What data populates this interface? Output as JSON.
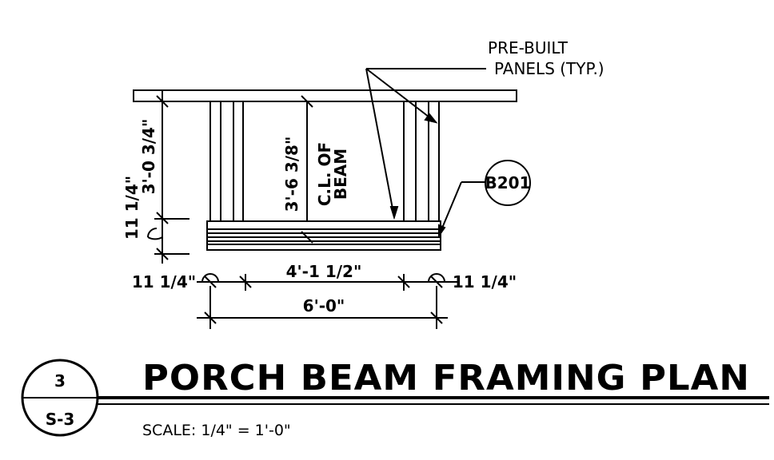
{
  "callouts": {
    "panels_line1": "PRE-BUILT",
    "panels_line2": "PANELS (TYP.)",
    "beam_tag": "B201"
  },
  "dimensions": {
    "left_height": "3'-0 3/4\"",
    "left_bottom": "11 1/4\"",
    "beam_height": "3'-6 3/8\"",
    "cl_beam_line1": "C.L. OF",
    "cl_beam_line2": "BEAM",
    "inner_width": "4'-1 1/2\"",
    "left_offset": "11 1/4\"",
    "right_offset": "11 1/4\"",
    "overall_width": "6'-0\""
  },
  "title_block": {
    "detail_number": "3",
    "sheet_number": "S-3",
    "title": "PORCH BEAM FRAMING PLAN",
    "scale": "SCALE: 1/4\" = 1'-0\""
  }
}
